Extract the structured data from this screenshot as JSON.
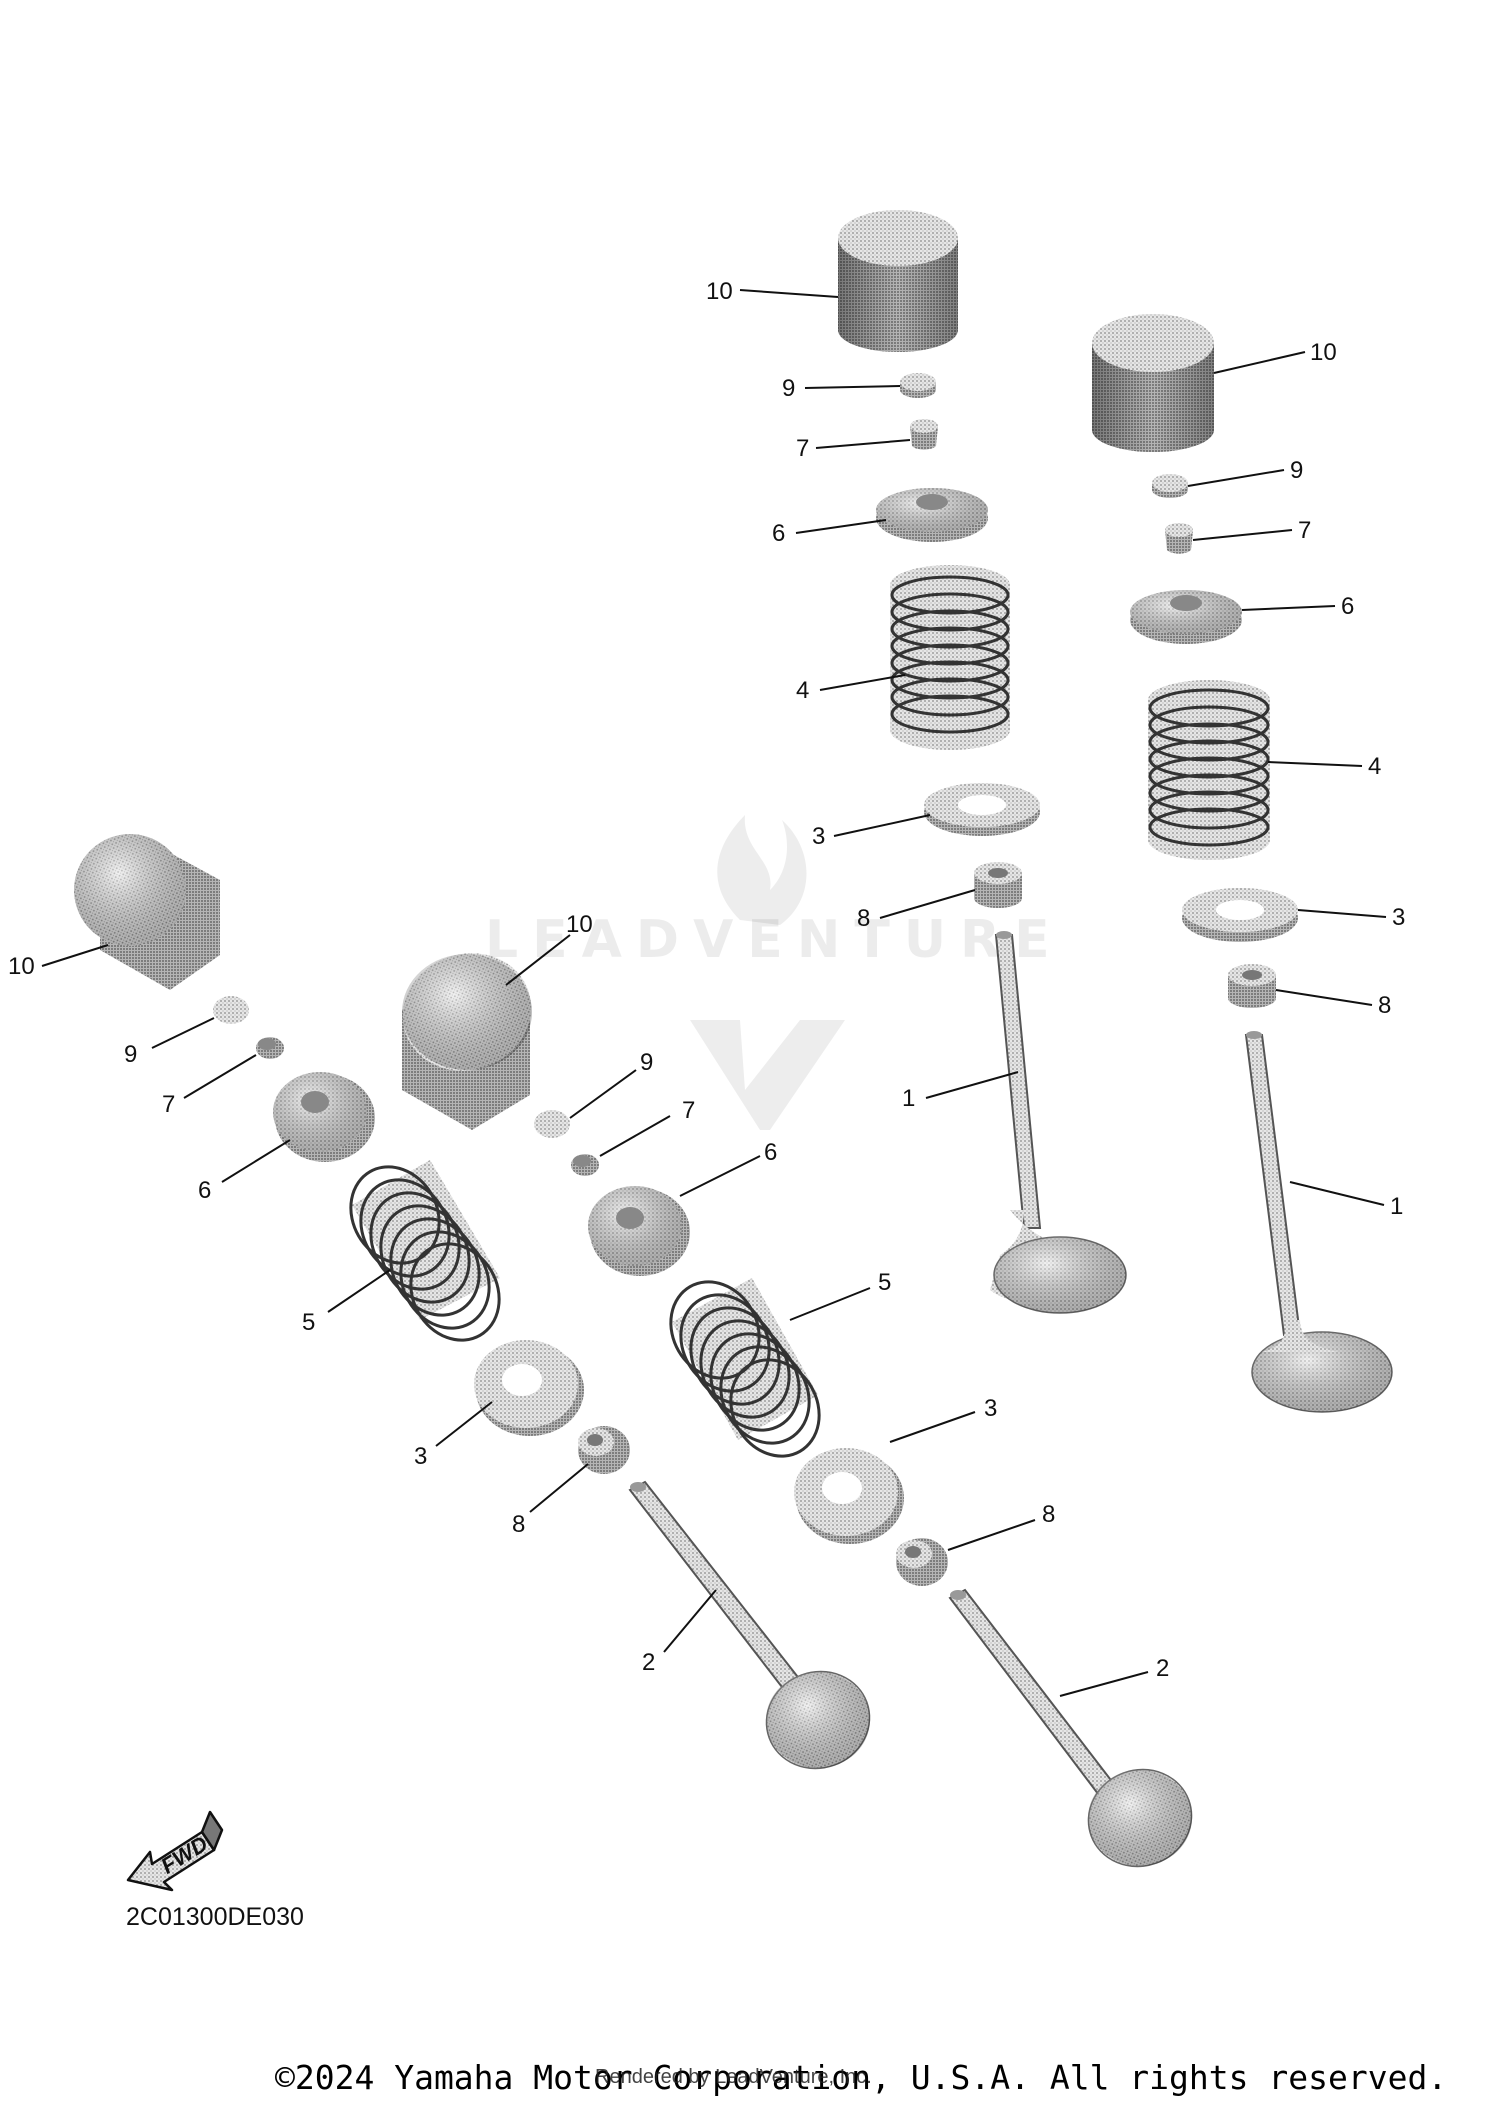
{
  "diagram": {
    "code": "2C01300DE030",
    "fwd_label": "FWD",
    "copyright": "©2024 Yamaha Motor Corporation, U.S.A. All rights reserved.",
    "rendered_by": "Rendered by LeadVenture, Inc.",
    "watermark": "LEADVENTURE",
    "callouts": {
      "c1": "1",
      "c2": "2",
      "c3": "3",
      "c4": "4",
      "c5": "5",
      "c6": "6",
      "c7": "7",
      "c8": "8",
      "c9": "9",
      "c10": "10"
    }
  }
}
